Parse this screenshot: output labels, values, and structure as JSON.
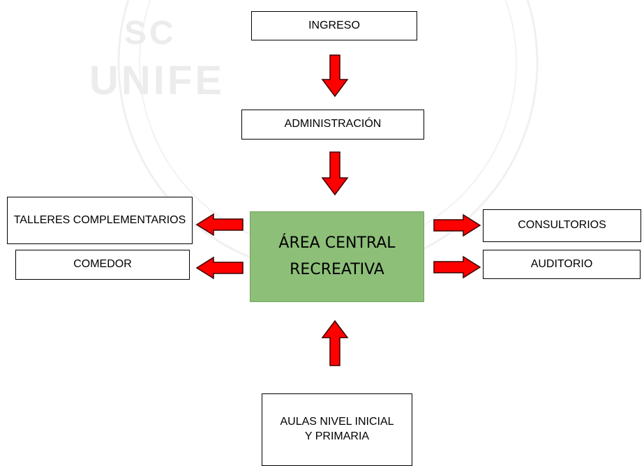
{
  "watermark": {
    "line1": "SC",
    "line2": "UNIFE"
  },
  "nodes": {
    "ingreso": "INGRESO",
    "administracion": "ADMINISTRACIÓN",
    "talleres": "TALLERES COMPLEMENTARIOS",
    "comedor": "COMEDOR",
    "center": "ÁREA CENTRAL RECREATIVA",
    "consultorios": "CONSULTORIOS",
    "auditorio": "AUDITORIO",
    "aulas": "AULAS NIVEL INICIAL Y PRIMARIA"
  },
  "colors": {
    "arrow_fill": "#ff0000",
    "arrow_stroke": "#3a0000",
    "center_fill": "#8dbf79"
  }
}
